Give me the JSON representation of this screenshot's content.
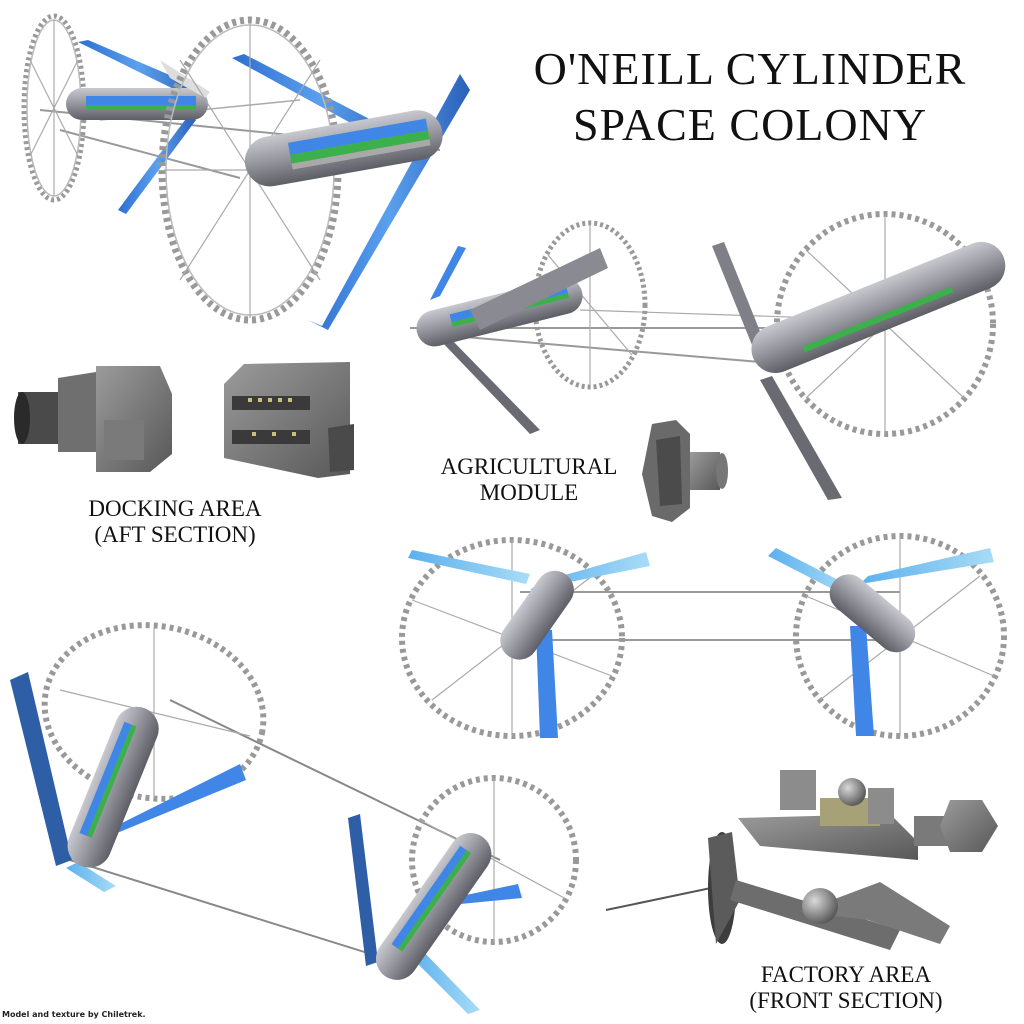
{
  "title": {
    "line1": "O'NEILL CYLINDER",
    "line2": "SPACE COLONY"
  },
  "labels": {
    "docking": {
      "line1": "DOCKING AREA",
      "line2": "(AFT SECTION)"
    },
    "agricultural": {
      "line1": "AGRICULTURAL",
      "line2": "MODULE"
    },
    "factory": {
      "line1": "FACTORY AREA",
      "line2": "(FRONT SECTION)"
    }
  },
  "credit": "Model and texture by Chiletrek.",
  "colors": {
    "background": "#ffffff",
    "hull": "#8a8a92",
    "mirror": "#3f86e6",
    "mirror_light": "#7ec3f0",
    "habitat_green": "#3cb04a",
    "ring": "#9a9a9a",
    "text": "#111111"
  },
  "icons": [
    "ring-icon",
    "cylinder-icon",
    "mirror-panel-icon",
    "docking-block-icon",
    "factory-block-icon"
  ]
}
